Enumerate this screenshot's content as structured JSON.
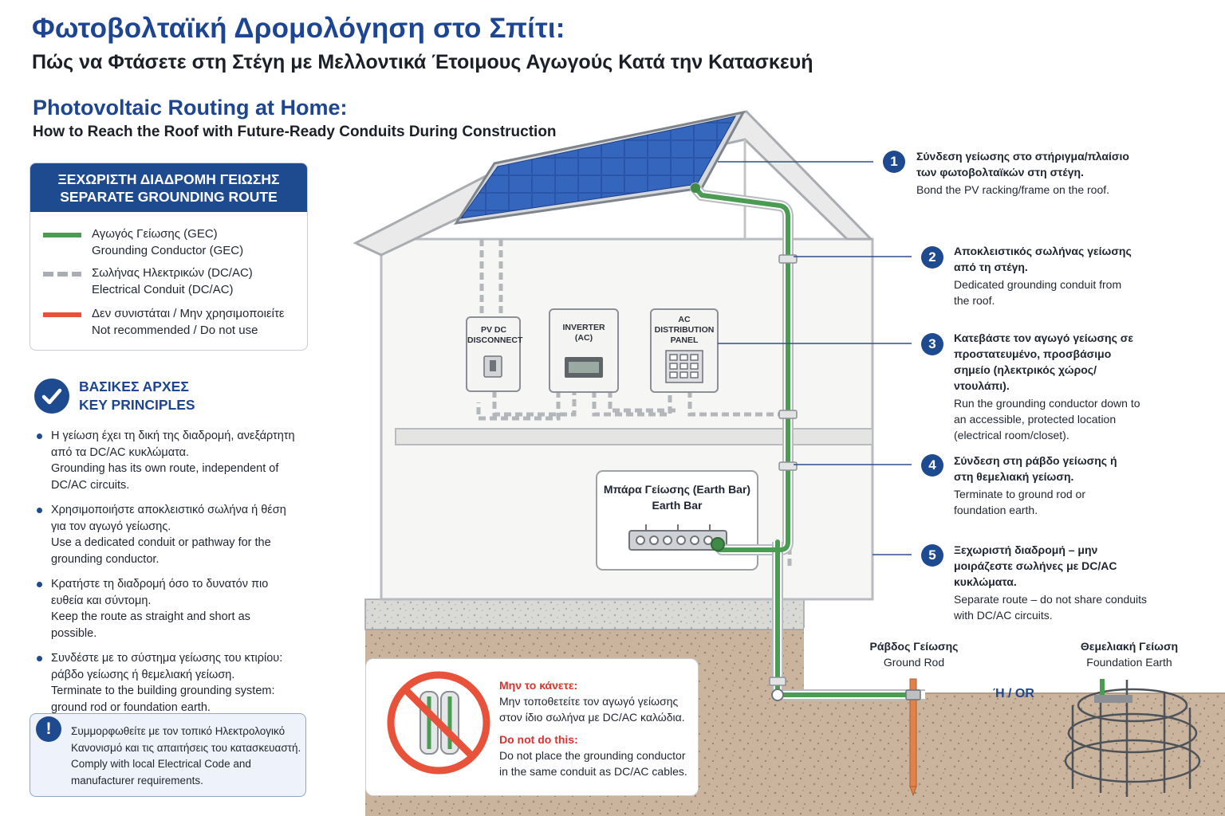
{
  "header": {
    "title_gr": "Φωτοβολταϊκή Δρομολόγηση στο Σπίτι:",
    "subtitle_gr": "Πώς να Φτάσετε στη Στέγη με Μελλοντικά Έτοιμους Αγωγούς Κατά την Κατασκευή",
    "title_en": "Photovoltaic Routing at Home:",
    "subtitle_en": "How to Reach the Roof with Future-Ready Conduits During Construction"
  },
  "legend": {
    "title_gr": "ΞΕΧΩΡΙΣΤΗ ΔΙΑΔΡΟΜΗ ΓΕΙΩΣΗΣ",
    "title_en": "SEPARATE GROUNDING ROUTE",
    "items": [
      {
        "gr": "Αγωγός Γείωσης (GEC)",
        "en": "Grounding Conductor (GEC)",
        "color": "#4a9c52",
        "style": "solid"
      },
      {
        "gr": "Σωλήνας Ηλεκτρικών (DC/AC)",
        "en": "Electrical Conduit (DC/AC)",
        "color": "#a9adb4",
        "style": "dashed"
      },
      {
        "gr": "Δεν συνιστάται / Μην χρησιμοποιείτε",
        "en": "Not recommended / Do not use",
        "color": "#e8513a",
        "style": "solid"
      }
    ]
  },
  "principles": {
    "title_gr": "ΒΑΣΙΚΕΣ ΑΡΧΕΣ",
    "title_en": "KEY PRINCIPLES",
    "items": [
      {
        "gr": "Η γείωση έχει τη δική της διαδρομή, ανεξάρτητη από τα DC/AC κυκλώματα.",
        "en": "Grounding has its own route, independent of DC/AC circuits."
      },
      {
        "gr": "Χρησιμοποιήστε αποκλειστικό σωλήνα ή θέση για τον αγωγό γείωσης.",
        "en": "Use a dedicated conduit or pathway for the grounding conductor."
      },
      {
        "gr": "Κρατήστε τη διαδρομή όσο το δυνατόν πιο ευθεία και σύντομη.",
        "en": "Keep the route as straight and short as possible."
      },
      {
        "gr": "Συνδέστε με το σύστημα γείωσης του κτιρίου: ράβδο γείωσης ή θεμελιακή γείωση.",
        "en": "Terminate to the building grounding system: ground rod or foundation earth."
      }
    ]
  },
  "note": {
    "icon": "!",
    "gr": "Συμμορφωθείτε με τον τοπικό Ηλεκτρολογικό Κανονισμό και τις απαιτήσεις του κατασκευαστή.",
    "en": "Comply with local Electrical Code and manufacturer requirements."
  },
  "steps": [
    {
      "num": "1",
      "gr": "Σύνδεση γείωσης στο στήριγμα/πλαίσιο των φωτοβολταϊκών στη στέγη.",
      "en": "Bond the PV racking/frame on the roof."
    },
    {
      "num": "2",
      "gr": "Αποκλειστικός σωλήνας γείωσης από τη στέγη.",
      "en": "Dedicated grounding conduit from the roof."
    },
    {
      "num": "3",
      "gr": "Κατεβάστε τον αγωγό γείωσης σε προστατευμένο, προσβάσιμο σημείο (ηλεκτρικός χώρος/ντουλάπι).",
      "en": "Run the grounding conductor down to an accessible, protected location (electrical room/closet)."
    },
    {
      "num": "4",
      "gr": "Σύνδεση στη ράβδο γείωσης ή στη θεμελιακή γείωση.",
      "en": "Terminate to ground rod or foundation earth."
    },
    {
      "num": "5",
      "gr": "Ξεχωριστή διαδρομή – μην μοιράζεστε σωλήνες με DC/AC κυκλώματα.",
      "en": "Separate route – do not share conduits with DC/AC circuits."
    }
  ],
  "equipment": {
    "pv_disconnect": "PV DC DISCONNECT",
    "inverter": "INVERTER (AC)",
    "ac_panel": "AC DISTRIBUTION PANEL",
    "earth_bar_gr": "Μπάρα Γείωσης (Earth Bar)",
    "earth_bar_en": "Earth Bar"
  },
  "ground": {
    "rod_gr": "Ράβδος Γείωσης",
    "rod_en": "Ground Rod",
    "or": "Ή / OR",
    "foundation_gr": "Θεμελιακή Γείωση",
    "foundation_en": "Foundation Earth"
  },
  "dont": {
    "title_gr": "Μην το κάνετε:",
    "text_gr": "Μην τοποθετείτε τον αγωγό γείωσης στον ίδιο σωλήνα με DC/AC καλώδια.",
    "title_en": "Do not do this:",
    "text_en": "Do not place the grounding conductor in the same conduit as DC/AC cables."
  }
}
